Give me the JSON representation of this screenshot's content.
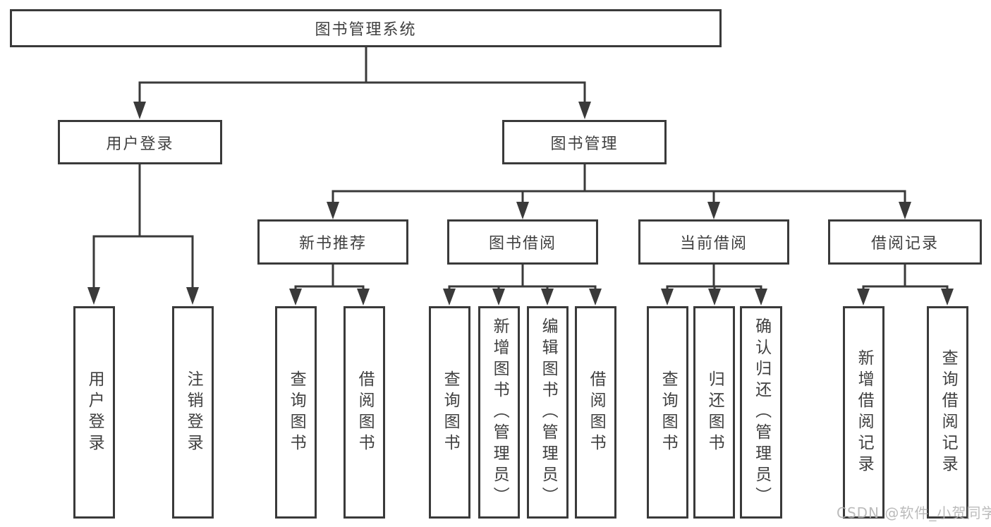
{
  "colors": {
    "line": "#3a3a3a",
    "text": "#404040",
    "watermark": "#b4b4b4",
    "background": "#ffffff"
  },
  "diagram": {
    "root": {
      "label": "图书管理系统"
    },
    "level2": [
      {
        "label": "用户登录"
      },
      {
        "label": "图书管理"
      }
    ],
    "level3": [
      {
        "label": "新书推荐"
      },
      {
        "label": "图书借阅"
      },
      {
        "label": "当前借阅"
      },
      {
        "label": "借阅记录"
      }
    ],
    "leaves": {
      "user_login": [
        "用户登录",
        "注销登录"
      ],
      "new_book_recommend": [
        "查询图书",
        "借阅图书"
      ],
      "book_borrow": [
        "查询图书",
        "新增图书（管理员）",
        "编辑图书（管理员）",
        "借阅图书"
      ],
      "current_borrow": [
        "查询图书",
        "归还图书",
        "确认归还（管理员）"
      ],
      "borrow_records": [
        "新增借阅记录",
        "查询借阅记录"
      ]
    }
  },
  "watermark": {
    "text": "CSDN @软件_小贺同学"
  }
}
